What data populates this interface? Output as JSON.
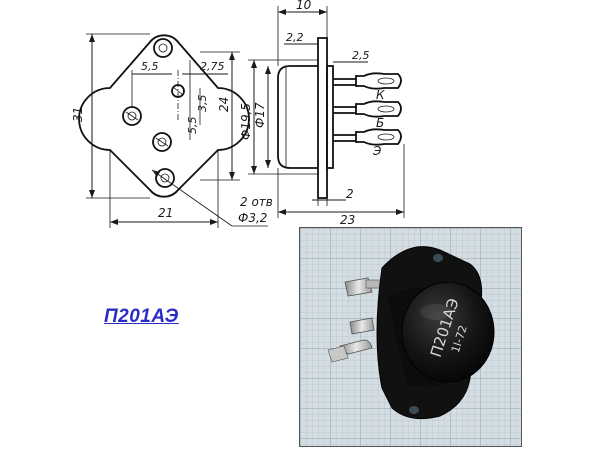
{
  "part_number": "П201АЭ",
  "dimensions": {
    "overall_height": "31",
    "flange_height": "24",
    "flange_width": "21",
    "hole_offset": "5,5",
    "pin_spacing_a": "2,75",
    "pin_spacing_b": "5,5",
    "pin_spacing_c": "3,5",
    "body_diameter_outer": "Ф19,5",
    "body_diameter_inner": "Ф17",
    "total_depth": "10",
    "flange_thickness": "2,2",
    "lead_width": "2,5",
    "base_thickness": "2",
    "total_length": "23",
    "holes_count": "2 отв",
    "hole_diameter": "Ф3,2"
  },
  "pin_labels": {
    "collector": "К",
    "base": "Б",
    "emitter": "Э"
  },
  "photo_marking": {
    "line1": "П201АЭ",
    "line2": "1I-72"
  },
  "colors": {
    "label": "#2b2bc8",
    "line": "#1a1a1a",
    "grid_bg": "#cfd8dd"
  }
}
